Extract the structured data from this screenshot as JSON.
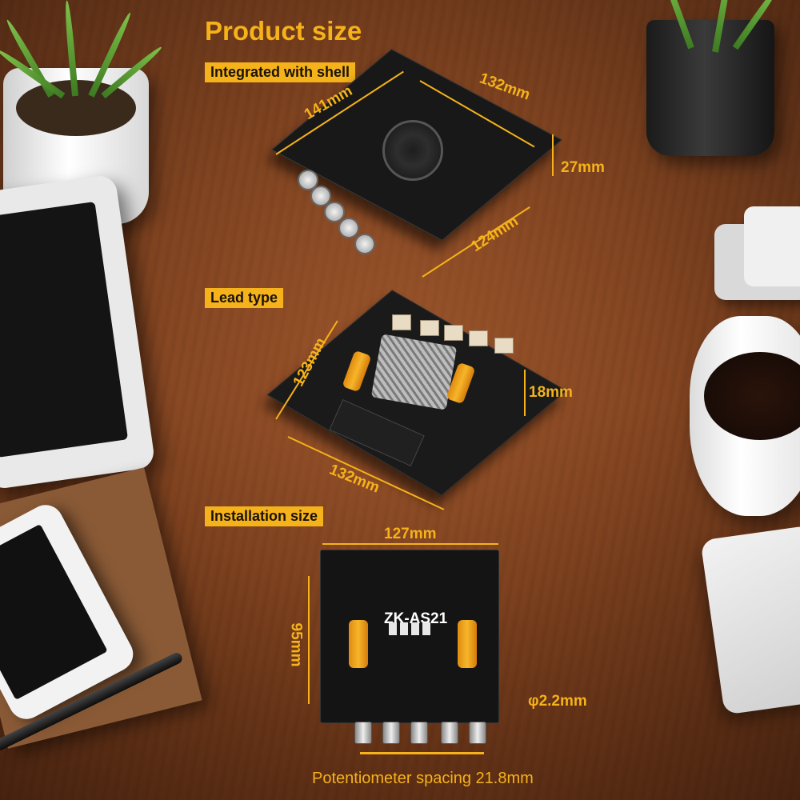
{
  "title": "Product size",
  "sections": {
    "shell": "Integrated with shell",
    "lead": "Lead type",
    "install": "Installation size"
  },
  "dims": {
    "shell_width": "132mm",
    "shell_length": "141mm",
    "shell_height": "27mm",
    "shell_depth": "124mm",
    "lead_length": "123mm",
    "lead_height": "18mm",
    "lead_width": "132mm",
    "install_width": "127mm",
    "install_height": "95mm",
    "hole": "φ2.2mm",
    "pot_spacing": "Potentiometer spacing 21.8mm"
  },
  "board": {
    "model": "ZK-AS21"
  },
  "colors": {
    "accent": "#f5b21a",
    "board": "#141414"
  }
}
